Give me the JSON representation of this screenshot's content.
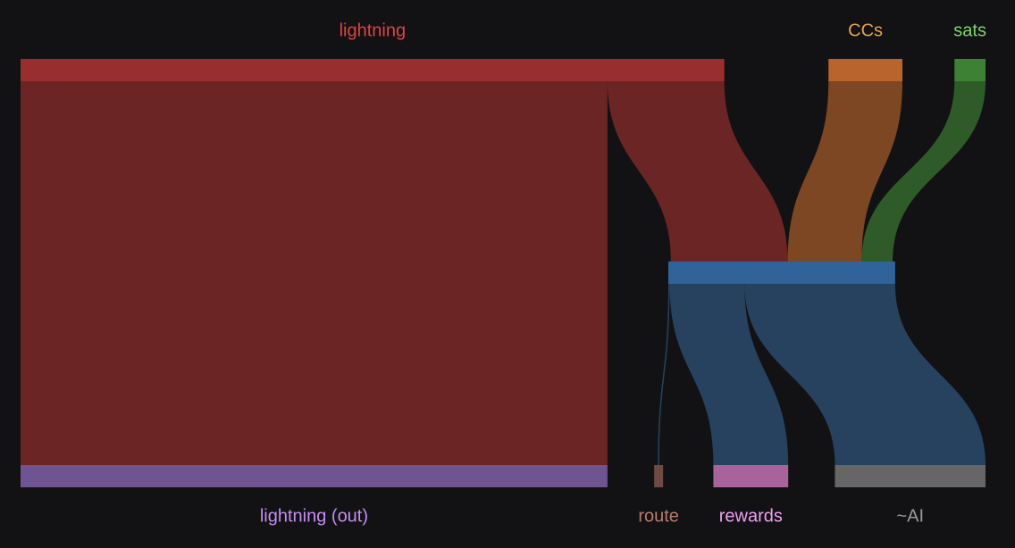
{
  "chart_data": {
    "type": "sankey",
    "nodes": [
      {
        "id": "lightning",
        "label": "lightning",
        "color": "#992e2e",
        "label_color": "#e0433f",
        "level": "top"
      },
      {
        "id": "ccs",
        "label": "CCs",
        "color": "#b8642c",
        "label_color": "#e5a14f",
        "level": "top"
      },
      {
        "id": "sats",
        "label": "sats",
        "color": "#3d8234",
        "label_color": "#7fd56a",
        "level": "top"
      },
      {
        "id": "stacker",
        "label": "",
        "color": "#2f6399",
        "label_color": "#6aa0d8",
        "level": "middle"
      },
      {
        "id": "lightning_out",
        "label": "lightning (out)",
        "color": "#6e5491",
        "label_color": "#c48df0",
        "level": "bottom"
      },
      {
        "id": "route",
        "label": "route",
        "color": "#6e4a42",
        "label_color": "#b97b6e",
        "level": "bottom"
      },
      {
        "id": "rewards",
        "label": "rewards",
        "color": "#a8639a",
        "label_color": "#ee9ff0",
        "level": "bottom"
      },
      {
        "id": "ai",
        "label": "~AI",
        "color": "#666666",
        "label_color": "#9a9a9a",
        "level": "bottom"
      }
    ],
    "links": [
      {
        "source": "lightning",
        "target": "lightning_out",
        "value": 643,
        "color": "#6b2525"
      },
      {
        "source": "lightning",
        "target": "stacker",
        "value": 128,
        "color": "#6b2525"
      },
      {
        "source": "ccs",
        "target": "stacker",
        "value": 81,
        "color": "#7d4723"
      },
      {
        "source": "sats",
        "target": "stacker",
        "value": 34,
        "color": "#2f5b29"
      },
      {
        "source": "stacker",
        "target": "route",
        "value": 1.5,
        "color": "#26425f"
      },
      {
        "source": "stacker",
        "target": "rewards",
        "value": 82,
        "color": "#26425f"
      },
      {
        "source": "stacker",
        "target": "ai",
        "value": 165,
        "color": "#26425f"
      }
    ]
  }
}
